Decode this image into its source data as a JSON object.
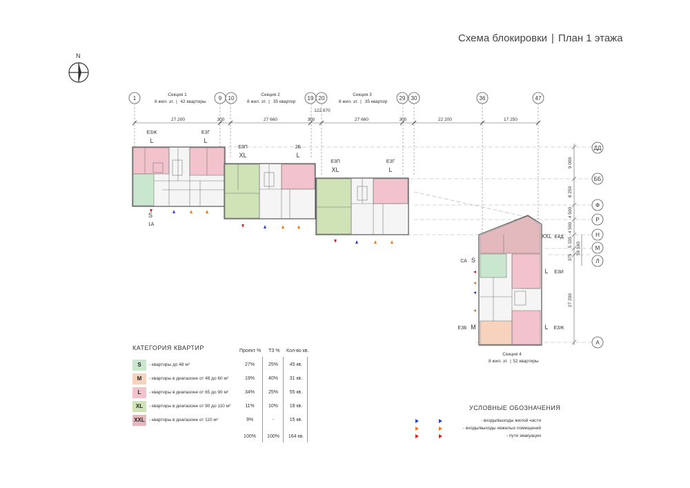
{
  "title": {
    "left": "Схема блокировки",
    "sep": "|",
    "right": "План 1 этажа"
  },
  "compass": {
    "label": "N"
  },
  "axes": {
    "grid_top": [
      "1",
      "9",
      "10",
      "19",
      "20",
      "29",
      "30",
      "36",
      "47"
    ],
    "grid_right": [
      "ДД",
      "ББ",
      "Ф",
      "Р",
      "Н",
      "М",
      "Л",
      "А"
    ]
  },
  "sections": [
    {
      "name": "Секция 1",
      "info_a": "8 жил. эт.",
      "info_b": "42 квартиры"
    },
    {
      "name": "Секция 2",
      "info_a": "8 жил. эт.",
      "info_b": "35 квартир"
    },
    {
      "name": "Секция 3",
      "info_a": "8 жил. эт.",
      "info_b": "35 квартир"
    },
    {
      "name": "Секция 4",
      "info_a": "8 жил. эт.",
      "info_b": "52 квартиры"
    }
  ],
  "dimensions": {
    "total": "122 870",
    "spans": [
      "27 200",
      "300",
      "27 660",
      "300",
      "27 660",
      "300",
      "22 200",
      "17 250"
    ],
    "vertical": [
      "9 000",
      "8 250",
      "4 500",
      "4 500",
      "5 335",
      "375",
      "59 160",
      "27 200"
    ]
  },
  "unit_labels": {
    "e3zh_1": "Е3Ж",
    "l1": "L",
    "e3g_1": "Е3Г",
    "l2": "L",
    "s1": "S",
    "s1_sub": "1А",
    "e3p_2": "Е3П",
    "xl2": "XL",
    "e2b_2": "2Б",
    "l3": "L",
    "e3p_3": "Е3П",
    "xl3": "XL",
    "e3g_3": "Е3Г",
    "l4": "L",
    "xxl4": "XXL",
    "e4d": "Е4Д",
    "ca": "СА",
    "s4": "S",
    "l5": "L",
    "e3i": "Е3И",
    "e3b": "Е3Б",
    "m4": "М",
    "l6": "L",
    "e3zh_4": "Е3Ж"
  },
  "legend": {
    "header": "КАТЕГОРИЯ КВАРТИР",
    "col_percent": "Проект %",
    "col_tz": "ТЗ %",
    "col_count": "Кол-во кв.",
    "rows": [
      {
        "code": "S",
        "desc": "- квартиры до 48 м²",
        "pct": "27%",
        "tz": "25%",
        "count": "45 кв.",
        "color": "#c9e6cf"
      },
      {
        "code": "M",
        "desc": "- квартиры в диапазоне от 48 до 60 м²",
        "pct": "19%",
        "tz": "40%",
        "count": "31 кв.",
        "color": "#f7d2bd"
      },
      {
        "code": "L",
        "desc": "- квартиры в диапазоне от 65 до 90 м²",
        "pct": "34%",
        "tz": "25%",
        "count": "55 кв.",
        "color": "#f3c3cd"
      },
      {
        "code": "XL",
        "desc": "- квартиры в диапазоне от 90 до 110 м²",
        "pct": "11%",
        "tz": "10%",
        "count": "18 кв.",
        "color": "#cfe3b7"
      },
      {
        "code": "XXL",
        "desc": "- квартиры в диапазоне от 110 м²",
        "pct": "9%",
        "tz": "-",
        "count": "15 кв.",
        "color": "#e3b9be"
      }
    ],
    "total": {
      "pct": "100%",
      "tz": "100%",
      "count": "164 кв."
    }
  },
  "conventions": {
    "header": "УСЛОВНЫЕ ОБОЗНАЧЕНИЯ",
    "items": [
      {
        "text": "- входы/выходы жилой части",
        "color": "#2a44c8"
      },
      {
        "text": "- входы/выходы нежилых помещений",
        "color": "#f07a22"
      },
      {
        "text": "- пути эвакуации",
        "color": "#e02020"
      }
    ]
  },
  "colors": {
    "S": "#c9e6cf",
    "M": "#f7d2bd",
    "L": "#f3c3cd",
    "XL": "#cfe3b7",
    "XXL": "#e3b9be",
    "wall": "#555555",
    "line": "#9a9a9a"
  }
}
